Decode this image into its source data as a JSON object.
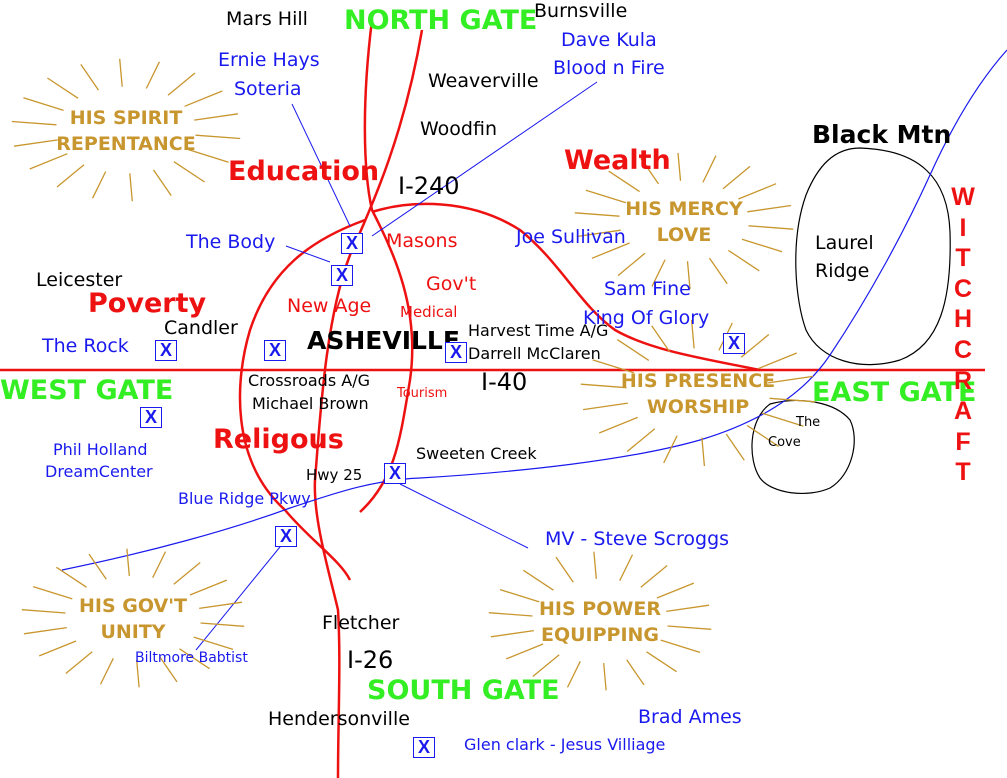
{
  "gates": {
    "north": "NORTH GATE",
    "south": "SOUTH GATE",
    "east": "EAST GATE",
    "west": "WEST GATE"
  },
  "vertical_label": [
    "W",
    "I",
    "T",
    "C",
    "H",
    "C",
    "R",
    "A",
    "F",
    "T"
  ],
  "places": {
    "mars_hill": "Mars Hill",
    "burnsville": "Burnsville",
    "weaverville": "Weaverville",
    "woodfin": "Woodfin",
    "black_mtn": "Black Mtn",
    "laurel": "Laurel",
    "ridge": "Ridge",
    "leicester": "Leicester",
    "candler": "Candler",
    "asheville": "ASHEVILLE",
    "crossroads": "Crossroads A/G",
    "michael_brown": "Michael Brown",
    "harvest_time": "Harvest Time A/G",
    "darrell": "Darrell McClaren",
    "sweeten_creek": "Sweeten Creek",
    "hwy25": "Hwy 25",
    "the": "The",
    "cove": "Cove",
    "fletcher": "Fletcher",
    "hendersonville": "Hendersonville"
  },
  "highways": {
    "i240": "I-240",
    "i40": "I-40",
    "i26": "I-26"
  },
  "strongholds": {
    "education": "Education",
    "wealth": "Wealth",
    "poverty": "Poverty",
    "religous": "Religous",
    "masons": "Masons",
    "govt": "Gov't",
    "new_age": "New Age",
    "medical": "Medical",
    "tourism": "Tourism"
  },
  "ministries": {
    "ernie_hays": "Ernie Hays",
    "soteria": "Soteria",
    "dave_kula": "Dave Kula",
    "blood_n_fire": "Blood n Fire",
    "the_body": "The Body",
    "joe_sullivan": "Joe Sullivan",
    "sam_fine": "Sam Fine",
    "king_of_glory": "King Of Glory",
    "the_rock": "The Rock",
    "phil_holland": "Phil Holland",
    "dreamcenter": "DreamCenter",
    "blue_ridge_pkwy": "Blue Ridge Pkwy",
    "mv_steve": "MV - Steve Scroggs",
    "biltmore": "Biltmore Babtist",
    "brad_ames": "Brad Ames",
    "glen_clark": "Glen clark - Jesus Villiage"
  },
  "bursts": {
    "spirit": [
      "HIS SPIRIT",
      "REPENTANCE"
    ],
    "mercy": [
      "HIS MERCY",
      "LOVE"
    ],
    "presence": [
      "HIS PRESENCE",
      "WORSHIP"
    ],
    "govt": [
      "HIS GOV'T",
      "UNITY"
    ],
    "power": [
      "HIS POWER",
      "EQUIPPING"
    ]
  },
  "marker_symbol": "X",
  "colors": {
    "gate": "#33ee22",
    "road": "#ee1111",
    "ministry": "#1a1aee",
    "burst": "#c8962e",
    "witchcraft": "#ee1111"
  }
}
